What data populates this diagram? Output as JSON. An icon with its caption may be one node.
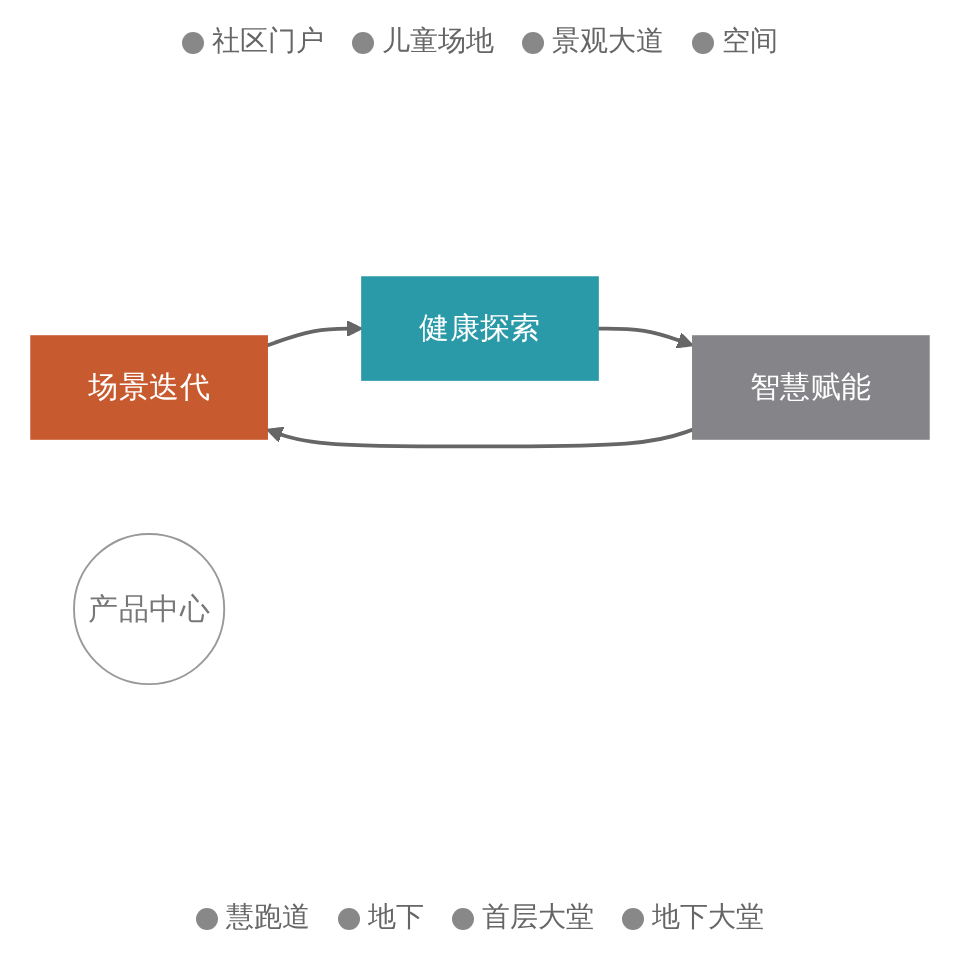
{
  "diagram": {
    "nodes": [
      {
        "text": [
          "场景迭代"
        ]
      },
      {
        "text": [
          "健康探索"
        ]
      },
      {
        "text": [
          "智慧赋能"
        ]
      },
      {
        "text": [
          "产品中心"
        ]
      }
    ],
    "edges": [
      {
        "from": 0,
        "to": 1,
        "arrow": "to"
      },
      {
        "from": 1,
        "to": 2,
        "arrow": "to"
      },
      {
        "from": 2,
        "to": 0,
        "arrow": "to"
      }
    ],
    "labels": [
      "社区门户",
      "儿童场地",
      "景观大道",
      "空间",
      "慧跑道",
      "地下",
      "首层大堂",
      "地下大堂"
    ]
  }
}
